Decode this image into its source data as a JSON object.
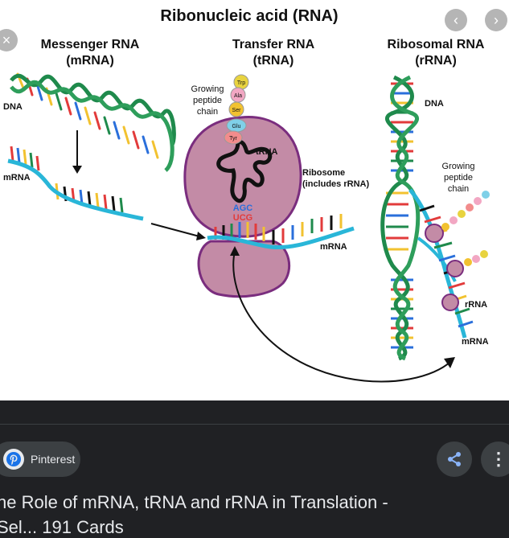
{
  "diagram": {
    "title": "Ribonucleic acid (RNA)",
    "messenger": {
      "line1": "Messenger RNA",
      "line2": "(mRNA)",
      "dna_label": "DNA",
      "mrna_label": "mRNA"
    },
    "transfer": {
      "line1": "Transfer RNA",
      "line2": "(tRNA)",
      "peptide_line1": "Growing",
      "peptide_line2": "peptide",
      "peptide_line3": "chain",
      "trna_label": "tRNA",
      "ribosome_line1": "Ribosome",
      "ribosome_line2": "(includes rRNA)",
      "anticodon": "AGC",
      "codon": "UCG",
      "mrna_label": "mRNA",
      "amino_acids": [
        "Trp",
        "Ala",
        "Ser",
        "Glu",
        "Tyr"
      ]
    },
    "ribosomal": {
      "line1": "Ribosomal RNA",
      "line2": "(rRNA)",
      "dna_label": "DNA",
      "peptide_line1": "Growing",
      "peptide_line2": "peptide",
      "peptide_line3": "chain",
      "rrna_label": "rRNA",
      "mrna_label": "mRNA"
    }
  },
  "controls": {
    "close": "×",
    "prev": "‹",
    "next": "›",
    "more": "⋮"
  },
  "source": {
    "label": "Pinterest",
    "icon": "pinterest-icon"
  },
  "caption": {
    "title": "he Role of mRNA, tRNA and rRNA in Translation -",
    "subtitle": "Sel... 191 Cards"
  },
  "colors": {
    "dark_bg": "#202124",
    "chip_bg": "#3c4043",
    "ribosome": "#c38ba6",
    "ribosome_border": "#7a2d7e",
    "dna_green": "#1f8a4c",
    "mrna_cyan": "#29b6d8",
    "accent": "#8ab4f8"
  }
}
